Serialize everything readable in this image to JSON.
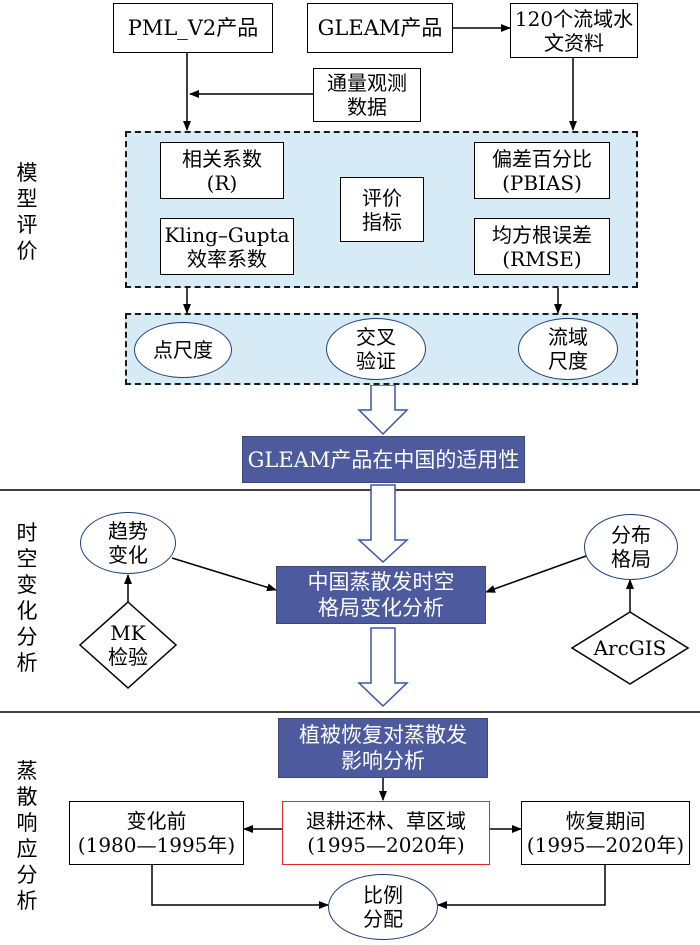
{
  "sections": {
    "model_eval": "模\n型\n评\n价",
    "spatiotemporal": "时\n空\n变\n化\n分\n析",
    "et_response": "蒸\n散\n响\n应\n分\n析"
  },
  "top": {
    "pml": "PML_V2产品",
    "gleam": "GLEAM产品",
    "basins": "120个流域水\n文资料",
    "flux": "通量观测\n数据"
  },
  "indicators": {
    "r": "相关系数\n(R)",
    "kge": "Kling–Gupta\n效率系数",
    "center": "评价\n指标",
    "pbias": "偏差百分比\n(PBIAS)",
    "rmse": "均方根误差\n(RMSE)"
  },
  "validation": {
    "point": "点尺度",
    "cross": "交叉\n验证",
    "basin": "流域\n尺度"
  },
  "results": {
    "applicability": "GLEAM产品在中国的适用性",
    "pattern": "中国蒸散发时空\n格局变化分析",
    "vegetation": "植被恢复对蒸散发\n影响分析"
  },
  "spatio": {
    "trend": "趋势\n变化",
    "mk": "MK\n检验",
    "distribution": "分布\n格局",
    "arcgis": "ArcGIS"
  },
  "response": {
    "before": "变化前\n(1980—1995年)",
    "regreen": "退耕还林、草区域\n(1995—2020年)",
    "restore": "恢复期间\n(1995—2020年)",
    "ratio": "比例\n分配"
  }
}
